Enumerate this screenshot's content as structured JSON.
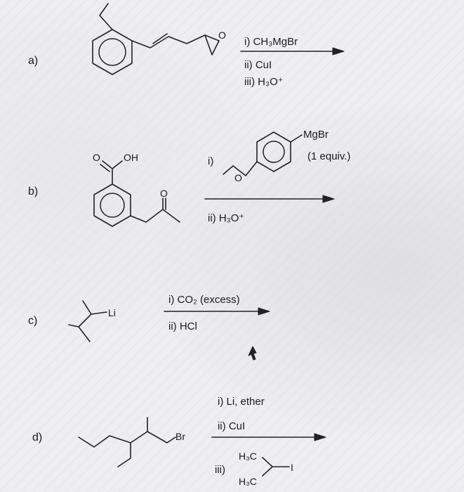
{
  "problems": [
    {
      "label": "a)",
      "reagents": [
        "i) CH₃MgBr",
        "ii) CuI",
        "iii) H₃O⁺"
      ]
    },
    {
      "label": "b)",
      "atoms": {
        "carbonyl_o": "O",
        "oh": "OH",
        "ketone_o": "O",
        "ether_o": "O",
        "mgbr": "MgBr"
      },
      "reagent_step1": "i)",
      "equiv": "(1 equiv.)",
      "reagent_step2": "ii) H₃O⁺"
    },
    {
      "label": "c)",
      "atoms": {
        "li": "Li"
      },
      "reagents": [
        "i) CO₂ (excess)",
        "ii) HCl"
      ]
    },
    {
      "label": "d)",
      "atoms": {
        "br": "Br",
        "h3c_top": "H₃C",
        "h3c_bottom": "H₃C",
        "i": "I"
      },
      "reagents": [
        "i) Li, ether",
        "ii) CuI"
      ],
      "reagent_step3": "iii)"
    }
  ]
}
